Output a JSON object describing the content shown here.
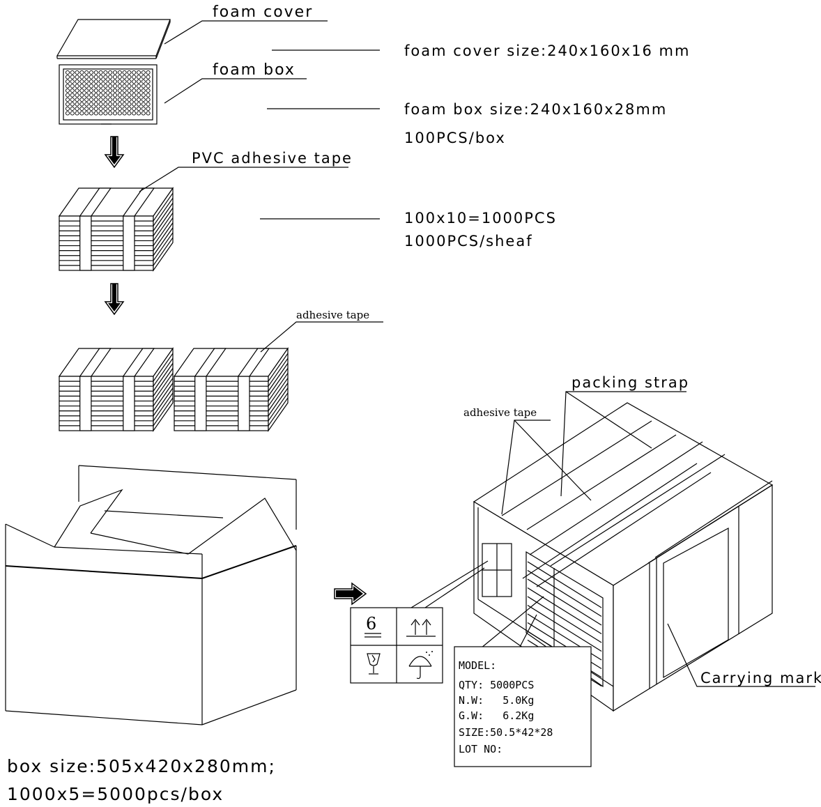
{
  "labels": {
    "foam_cover": "foam cover",
    "foam_box": "foam box",
    "pvc_tape": "PVC adhesive tape",
    "adhesive_tape_1": "adhesive tape",
    "adhesive_tape_2": "adhesive tape",
    "packing_strap": "packing strap",
    "carrying_mark": "Carrying mark"
  },
  "specs": {
    "foam_cover_size": "foam cover size:240x160x16 mm",
    "foam_box_size": "foam box size:240x160x28mm",
    "foam_box_qty": "100PCS/box",
    "sheaf_calc": "100x10=1000PCS",
    "sheaf_qty": "1000PCS/sheaf"
  },
  "carton": {
    "box_size": "box size:505x420x280mm;",
    "box_qty": "1000x5=5000pcs/box"
  },
  "mark_panel": {
    "model": "MODEL:",
    "qty": "QTY: 5000PCS",
    "nw": "N.W:   5.0Kg",
    "gw": "G.W:   6.2Kg",
    "size": "SIZE:50.5*42*28",
    "lot": "LOT NO:"
  },
  "symbols": {
    "stack_limit": "6"
  },
  "icons": [
    "down-arrow-icon",
    "right-arrow-icon",
    "this-way-up-icon",
    "fragile-glass-icon",
    "keep-dry-umbrella-icon"
  ]
}
